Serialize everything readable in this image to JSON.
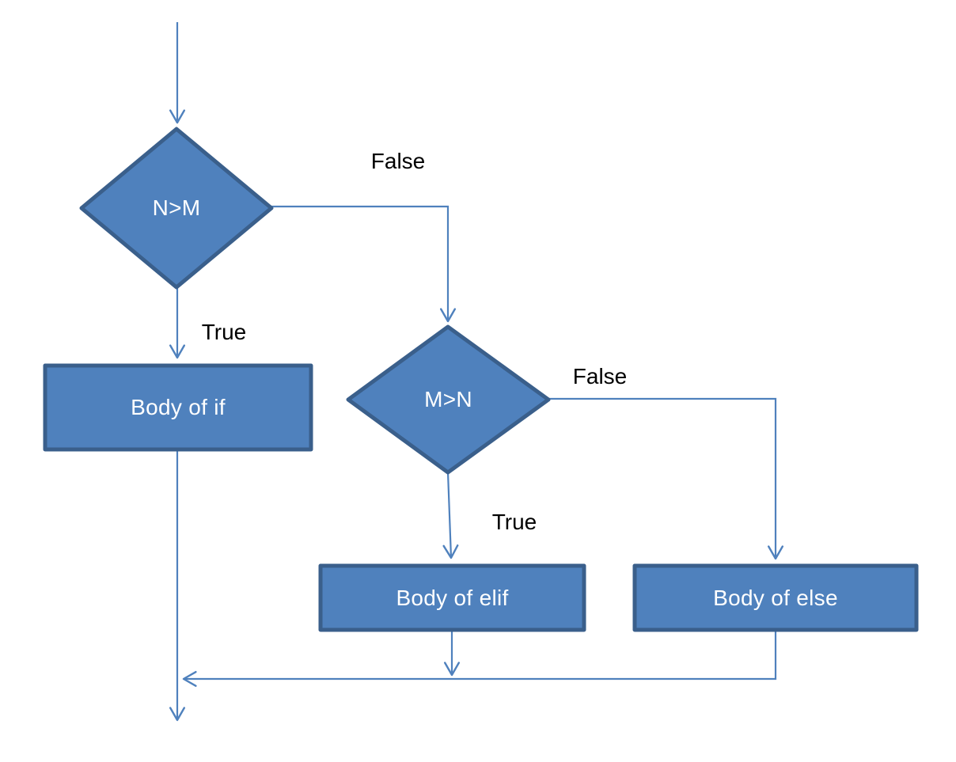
{
  "diagram": {
    "background": "#FFFFFF",
    "colors": {
      "background": "#FFFFFF",
      "shape_fill": "#4F81BD",
      "shape_border": "#3A5F8B",
      "connector": "#4F81BD",
      "shape_text": "#FFFFFF",
      "label_text": "#000000"
    },
    "nodes": {
      "decision_if": {
        "type": "decision",
        "label": "N>M"
      },
      "body_if": {
        "type": "process",
        "label": "Body of if"
      },
      "decision_elif": {
        "type": "decision",
        "label": "M>N"
      },
      "body_elif": {
        "type": "process",
        "label": "Body of elif"
      },
      "body_else": {
        "type": "process",
        "label": "Body of else"
      }
    },
    "edge_labels": {
      "if_false": "False",
      "if_true": "True",
      "elif_false": "False",
      "elif_true": "True"
    }
  }
}
